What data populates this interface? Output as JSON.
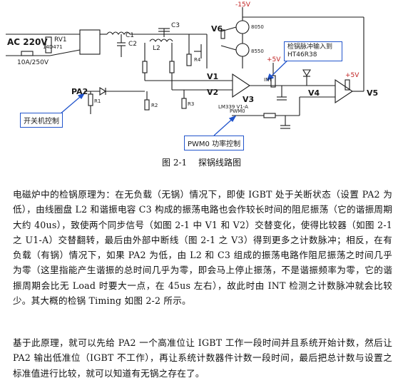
{
  "figure": {
    "labels": {
      "ac_input": "AC 220V",
      "fuse": "10A/250V",
      "rv1": "RV1",
      "rv1_val": "14D471",
      "c1": "C1",
      "c2": "C2",
      "c3": "C3",
      "l2": "L2",
      "neg15": "-15V",
      "v5v": "+5V",
      "pa2": "PA2",
      "v1": "V1",
      "v2": "V2",
      "v3": "V3",
      "v4": "V4",
      "v5": "V5",
      "v6": "V6",
      "int": "INT",
      "pwm0": "PWM0",
      "lm339": "LM339 V1-A",
      "igbt_drive": "8050",
      "igbt_drive2": "8550",
      "res_r1": "R1",
      "res_r2": "R2",
      "res_r3": "R3",
      "res_r4": "R4"
    },
    "callouts": {
      "power_switch": "开关机控制",
      "pwm_control": "PWM0 功率控制",
      "pulse_input": "检锅脉冲输入到 HT46R38"
    },
    "caption_num": "图 2-1",
    "caption_title": "探锅线路图"
  },
  "paragraphs": [
    "电磁炉中的检锅原理为：在无负载（无锅）情况下，即使 IGBT 处于关断状态（设置 PA2 为低），由线圈盘 L2 和谐振电容 C3 构成的振荡电路也会作较长时间的阻尼振荡（它的谐振周期大约 40us），致使两个同步信号（如图 2-1 中 V1 和 V2）交替变化，使得比较器（如图 2-1 之 U1-A）交替翻转，最后由外部中断线（图 2-1 之 V3）得到更多之计数脉冲；相反，在有负载（有锅）情况下，如果 PA2 为低，由 L2 和 C3 组成的振荡电路作阻尼振荡之时间几乎为零（这里指能产生谐振的总时间几乎为零，即会马上停止振荡，不是谐振频率为零，它的谐振周期会比无 Load 时要大一点，在 45us 左右），故此时由 INT 检测之计数脉冲就会比较少。其大概的检锅 Timing 如图 2-2 所示。",
    "基于此原理，就可以先给 PA2 一个高准位让 IGBT 工作一段时间并且系统开始计数，然后让 PA2 输出低准位（IGBT 不工作），再让系统计数器件计数一段时间，最后把总计数与设置之标准值进行比较，就可以知道有无锅之存在了。"
  ],
  "colors": {
    "wire": "#1a1a1a",
    "callout_border": "#2255cc",
    "arrow": "#2255cc"
  }
}
